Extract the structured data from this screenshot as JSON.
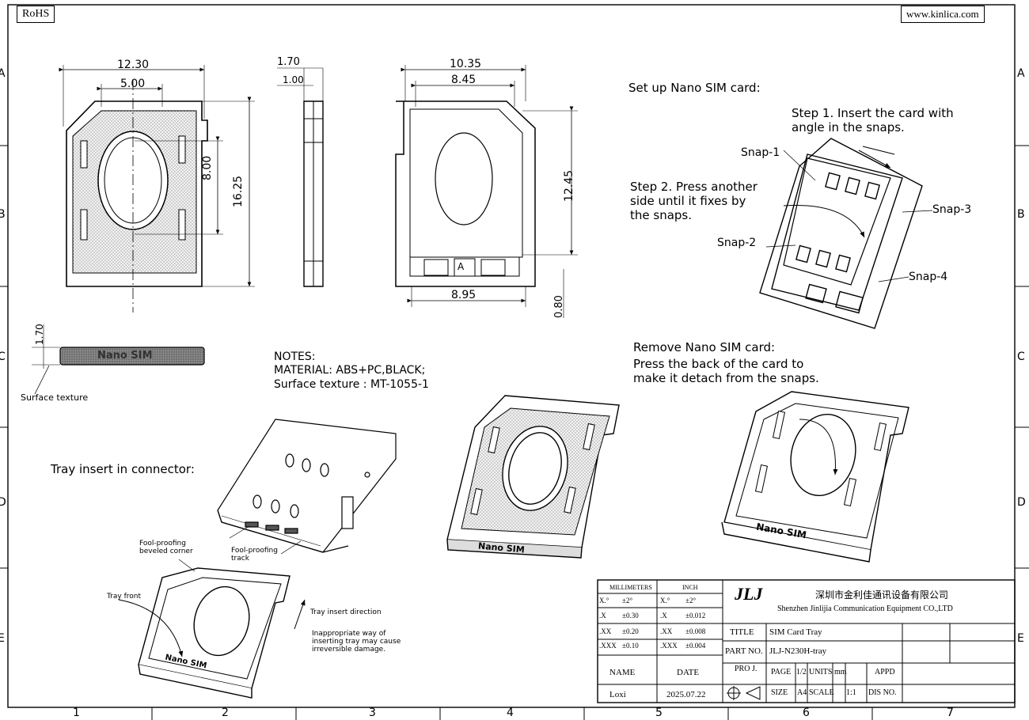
{
  "header": {
    "rohs": "RoHS",
    "website": "www.kinlica.com"
  },
  "border": {
    "rows": [
      "A",
      "B",
      "C",
      "D",
      "E"
    ],
    "cols": [
      "1",
      "2",
      "3",
      "4",
      "5",
      "6",
      "7"
    ]
  },
  "dims": {
    "w_12_30": "12.30",
    "w_5_00": "5.00",
    "h_8_00": "8.00",
    "h_16_25": "16.25",
    "t_1_70": "1.70",
    "t_1_00": "1.00",
    "w_10_35": "10.35",
    "w_8_45": "8.45",
    "h_12_45": "12.45",
    "w_8_95": "8.95",
    "h_0_80": "0.80",
    "side_1_70": "1.70"
  },
  "labels": {
    "nano_sim": "Nano SIM",
    "surface_texture": "Surface texture",
    "tab_a": "A",
    "notes_title": "NOTES:",
    "notes_material": "MATERIAL:  ABS+PC,BLACK;",
    "notes_texture": "Surface texture : MT-1055-1",
    "tray_insert": "Tray insert in connector:",
    "fool_corner": "Fool-proofing\nbeveled corner",
    "fool_track": "Fool-proofing\ntrack",
    "tray_front": "Tray front",
    "insert_direction": "Tray insert direction",
    "warning": "Inappropriate way of\ninserting tray may cause\nirreversible damage.",
    "setup_title": "Set up Nano SIM card:",
    "step1": "Step 1. Insert the card with\nangle in the snaps.",
    "step2": "Step 2. Press another\nside until it fixes by\nthe snaps.",
    "snap1": "Snap-1",
    "snap2": "Snap-2",
    "snap3": "Snap-3",
    "snap4": "Snap-4",
    "remove_title": "Remove Nano SIM card:",
    "remove_text": "Press the back of the card to\nmake it detach from the snaps."
  },
  "titleblock": {
    "tol_head_mm": "MILLIMETERS",
    "tol_head_in": "INCH",
    "tol_rows": [
      [
        "X.°",
        "±2°",
        "X.°",
        "±2°"
      ],
      [
        ".X",
        "±0.30",
        ".X",
        "±0.012"
      ],
      [
        ".XX",
        "±0.20",
        ".XX",
        "±0.008"
      ],
      [
        ".XXX",
        "±0.10",
        ".XXX",
        "±0.004"
      ]
    ],
    "name_label": "NAME",
    "date_label": "DATE",
    "name_value": "Loxi",
    "date_value": "2025.07.22",
    "company_cn": "深圳市金利佳通讯设备有限公司",
    "company_en": "Shenzhen Jinlijia Communication Equipment CO.,LTD",
    "logo": "JLJ",
    "title_label": "TITLE",
    "title_value": "SIM Card Tray",
    "part_label": "PART NO.",
    "part_value": "JLJ-N230H-tray",
    "proj_label": "PRO J.",
    "page_label": "PAGE",
    "page_value": "1/2",
    "units_label": "UNITS",
    "units_value": "mm",
    "appd_label": "APPD",
    "size_label": "SIZE",
    "size_value": "A4",
    "scale_label": "SCALE",
    "scale_value": "1:1",
    "dis_label": "DIS NO."
  }
}
